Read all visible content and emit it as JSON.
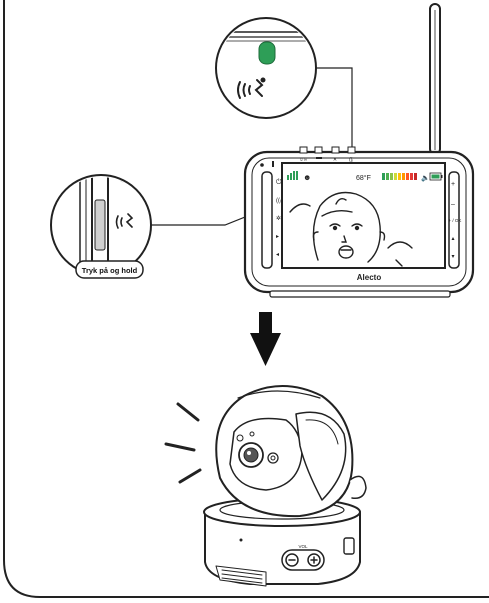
{
  "callout": {
    "button_label": "Tryk på og hold"
  },
  "monitor": {
    "brand": "Alecto",
    "temperature": "68°F",
    "top_button_labels": [
      "☺/∞",
      "▬",
      "🔇",
      "((ᵢ"
    ],
    "right_side_label": "+ / OK"
  },
  "camera": {
    "vol_label": "VOL"
  },
  "colors": {
    "ring_led": "#2e9e57",
    "volume_bars": [
      "#2e9e57",
      "#4caf50",
      "#8bc34a",
      "#cddc39",
      "#ffc107",
      "#ff9800",
      "#ff5722",
      "#e53935",
      "#c62828"
    ],
    "battery": "#2e9e57",
    "signal": "#2e9e57"
  }
}
